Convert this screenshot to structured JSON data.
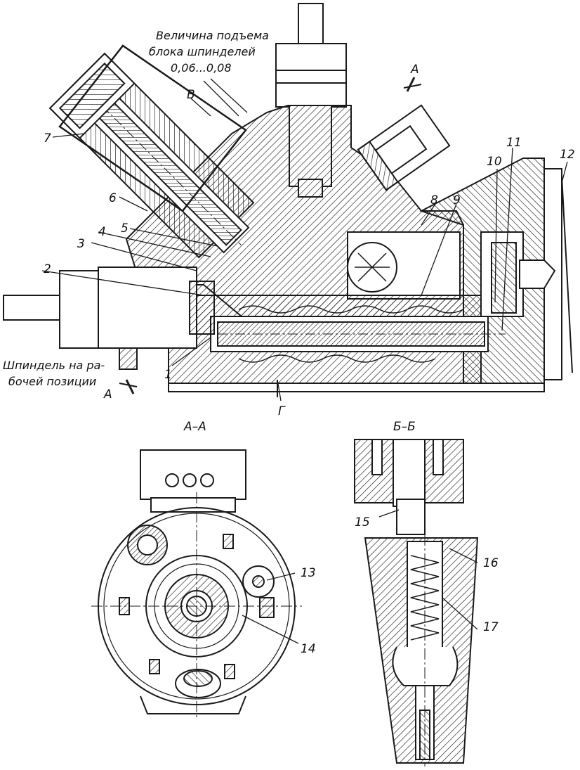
{
  "annotations": {
    "lift_line1": "Величина подъема",
    "lift_line2": "блока шпинделей",
    "lift_line3": "0,06...0,08",
    "spindle_line1": "Шпиндель на ра-",
    "spindle_line2": "бочей позиции"
  },
  "section_titles": {
    "aa": "А–А",
    "bb": "Б–Б"
  },
  "letters": {
    "section_a_top": "А",
    "section_a_bottom": "А",
    "v": "В",
    "g": "Г"
  },
  "callouts": [
    "1",
    "2",
    "3",
    "4",
    "5",
    "6",
    "7",
    "8",
    "9",
    "10",
    "11",
    "12",
    "13",
    "14",
    "15",
    "16",
    "17"
  ],
  "colors": {
    "ink": "#1a1a1a",
    "paper": "#ffffff"
  }
}
